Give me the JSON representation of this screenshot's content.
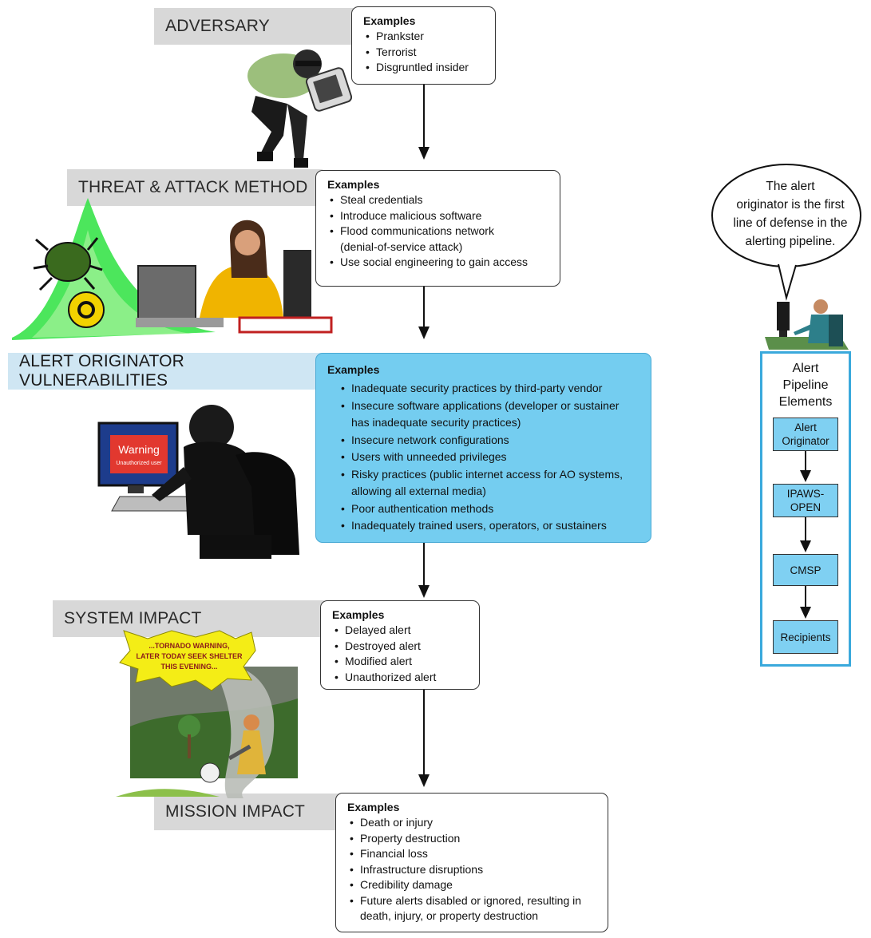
{
  "stages": {
    "adversary": {
      "title": "ADVERSARY",
      "heading": "Examples",
      "items": [
        "Prankster",
        "Terrorist",
        "Disgruntled insider"
      ]
    },
    "threat": {
      "title": "THREAT & ATTACK METHOD",
      "heading": "Examples",
      "items": [
        "Steal credentials",
        "Introduce malicious software",
        "Flood communications network",
        "(denial-of-service attack)",
        "Use social engineering to gain access"
      ]
    },
    "vulnerabilities": {
      "title": "ALERT ORIGINATOR VULNERABILITIES",
      "heading": "Examples",
      "items": [
        "Inadequate security practices by third-party vendor",
        "Insecure software applications (developer or sustainer",
        "has inadequate security practices)",
        "Insecure network configurations",
        "Users with unneeded privileges",
        "Risky practices (public internet access for AO systems,",
        "allowing all external media)",
        "Poor authentication methods",
        "Inadequately trained users, operators, or sustainers"
      ]
    },
    "system_impact": {
      "title": "SYSTEM IMPACT",
      "heading": "Examples",
      "items": [
        "Delayed alert",
        "Destroyed alert",
        "Modified alert",
        "Unauthorized alert"
      ]
    },
    "mission_impact": {
      "title": "MISSION IMPACT",
      "heading": "Examples",
      "items": [
        "Death or injury",
        "Property destruction",
        "Financial loss",
        "Infrastructure disruptions",
        "Credibility damage",
        "Future alerts disabled or ignored, resulting in",
        "death, injury, or property destruction"
      ]
    }
  },
  "illustrations": {
    "warning_screen": {
      "title": "Warning",
      "subtitle": "Unauthorized user"
    },
    "tornado_speech": [
      "...TORNADO WARNING,",
      "LATER TODAY SEEK SHELTER",
      "THIS EVENING..."
    ]
  },
  "callout": {
    "lines": [
      "The alert",
      "originator is the first",
      "line of defense in the",
      "alerting pipeline."
    ]
  },
  "pipeline": {
    "title": [
      "Alert",
      "Pipeline",
      "Elements"
    ],
    "nodes": [
      [
        "Alert",
        "Originator"
      ],
      [
        "IPAWS-",
        "OPEN"
      ],
      [
        "CMSP"
      ],
      [
        "Recipients"
      ]
    ]
  },
  "colors": {
    "tab_gray": "#d8d8d8",
    "tab_blue": "#cfe6f3",
    "box_blue": "#74cdf0",
    "pipeline_border": "#3aa9dc",
    "pipeline_node": "#7fd0f2"
  }
}
